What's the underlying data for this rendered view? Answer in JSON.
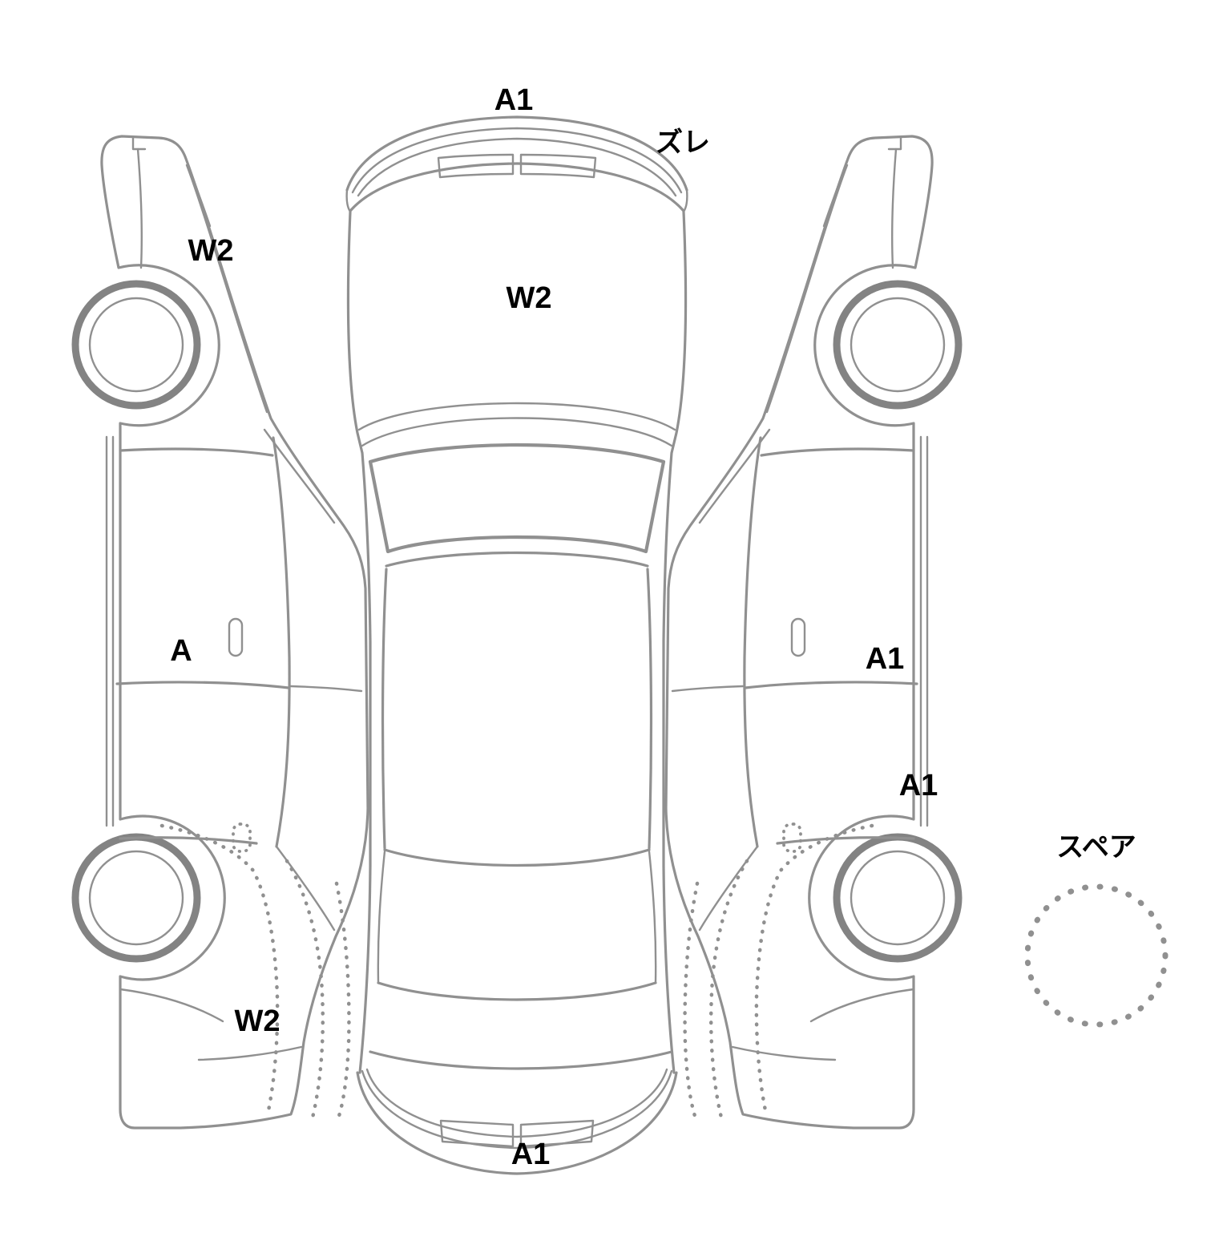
{
  "diagram": {
    "type": "vehicle-damage-inspection-diagram",
    "labels": {
      "front_bumper": "A1",
      "front_misalignment": "ズレ",
      "left_front_fender": "W2",
      "windshield": "W2",
      "left_door": "A",
      "right_door": "A1",
      "right_rear_quarter": "A1",
      "left_rear_fender": "W2",
      "rear_bumper": "A1",
      "spare": "スペア"
    },
    "colors": {
      "line": "#909090",
      "label_text": "#000000",
      "background": "#ffffff"
    }
  }
}
